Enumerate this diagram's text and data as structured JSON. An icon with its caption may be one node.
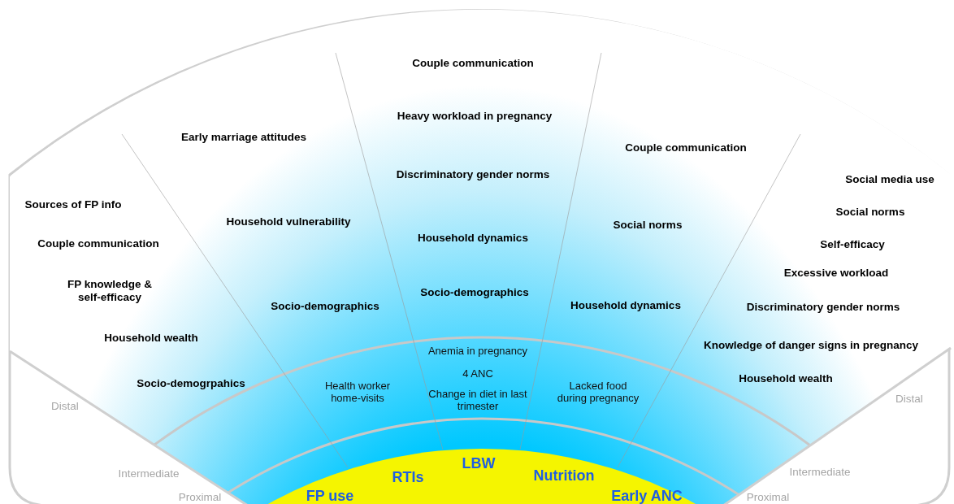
{
  "diagram": {
    "labels": [
      "Couple communication",
      "Heavy workload in pregnancy",
      "Early marriage attitudes",
      "Couple communication",
      "Discriminatory gender norms",
      "Social media use",
      "Sources of FP info",
      "Social norms",
      "Household vulnerability",
      "Social norms",
      "Household dynamics",
      "Couple communication",
      "Self-efficacy",
      "Excessive workload",
      "FP knowledge & self-efficacy",
      "Socio-demographics",
      "Socio-demographics",
      "Household dynamics",
      "Discriminatory gender norms",
      "Household wealth",
      "Knowledge of danger signs in pregnancy",
      "Anemia in pregnancy",
      "4 ANC",
      "Household wealth",
      "Socio-demogrpahics",
      "Health worker home-visits",
      "Change in diet in last trimester",
      "Lacked food during pregnancy",
      "Distal",
      "Distal",
      "LBW",
      "Intermediate",
      "Intermediate",
      "RTIs",
      "Nutrition",
      "FP use",
      "Early ANC",
      "Proximal",
      "Proximal"
    ]
  }
}
